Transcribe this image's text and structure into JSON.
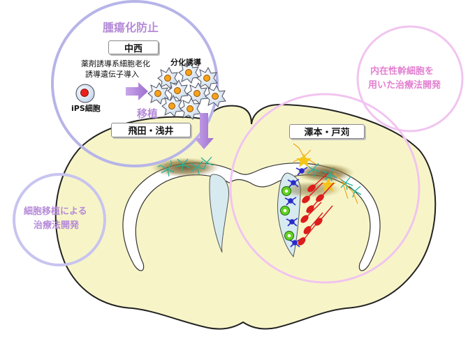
{
  "top_circle": {
    "title": "腫瘍化防止",
    "team_label": "中西",
    "caption_line1": "薬剤誘導系細胞老化",
    "caption_line2": "誘導遺伝子導入",
    "ips_label": "iPS細胞",
    "diff_label": "分化誘導",
    "transplant_label": "移植",
    "team2_label": "飛田・浅井"
  },
  "left_circle": {
    "line1": "細胞移植による",
    "line2": "治療法開発"
  },
  "top_right_circle": {
    "line1": "内在性幹細胞を",
    "line2": "用いた治療法開発"
  },
  "right_circle": {
    "team_label": "澤本・戸苅"
  },
  "colors": {
    "purple": "#b58ad8",
    "pink": "#e27fd0",
    "brain_fill": "#f7f5c8",
    "ventricle": "#d6eaf0",
    "cell_orange": "#f7a21b",
    "cell_red": "#e8211d",
    "neuron_red": "#dd1c1c",
    "neuron_blue": "#2a2ac8",
    "stem_green": "#63d21f",
    "astro_teal": "#24b39a"
  }
}
